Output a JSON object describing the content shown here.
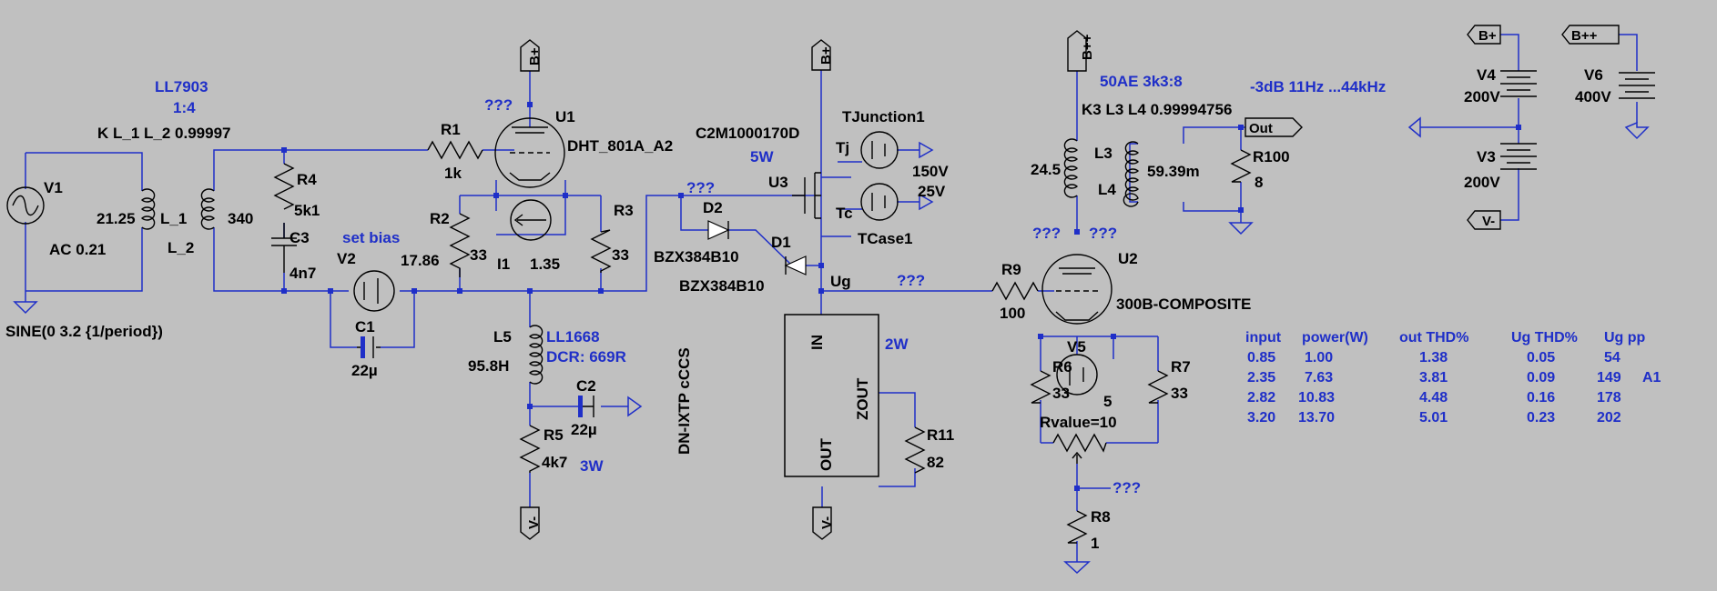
{
  "labels": {
    "ll7903": "LL7903",
    "ratio1": "1:4",
    "coupling1": "K L_1 L_2  0.99997",
    "v1": "V1",
    "v1_ac": "AC 0.21",
    "v1_sine": "SINE(0 3.2 {1/period})",
    "l1_val": "21.25",
    "l1": "L_1",
    "l2": "L_2",
    "l2_val": "340",
    "r4": "R4",
    "r4_val": "5k1",
    "c3": "C3",
    "c3_val": "4n7",
    "set_bias": "set bias",
    "v2": "V2",
    "v2_val": "17.86",
    "c1": "C1",
    "c1_val": "22µ",
    "r1": "R1",
    "r1_val": "1k",
    "bp1": "B+",
    "q1": "???",
    "u1": "U1",
    "u1_model": "DHT_801A_A2",
    "r2": "R2",
    "r2_val": "33",
    "r3": "R3",
    "r3_val": "33",
    "i1": "I1",
    "i1_val": "1.35",
    "l5": "L5",
    "l5_model": "LL1668",
    "l5_dcr": "DCR: 669R",
    "l5_val": "95.8H",
    "c2": "C2",
    "c2_val": "22µ",
    "r5": "R5",
    "r5_val": "4k7",
    "r5_pow": "3W",
    "vm1": "V-",
    "mosfet": "C2M1000170D",
    "u3_pow": "5W",
    "u3": "U3",
    "bp2": "B+",
    "tjunction": "TJunction1",
    "tj": "Tj",
    "tj_val": "150V",
    "tc": "Tc",
    "tc_val": "25V",
    "tcase": "TCase1",
    "q2": "???",
    "d2": "D2",
    "d2_model": "BZX384B10",
    "d1": "D1",
    "d1_model": "BZX384B10",
    "ug": "Ug",
    "q3": "???",
    "ccs_in": "IN",
    "ccs_name": "DN-IXTP cCCS",
    "ccs_out": "OUT",
    "ccs_zout": "ZOUT",
    "ccs_pow": "2W",
    "r11": "R11",
    "r11_val": "82",
    "vm2": "V-",
    "bpp": "B++",
    "xfmr": "50AE 3k3:8",
    "coupling2": "K3 L3 L4 0.99994756",
    "bw": "-3dB 11Hz ...44kHz",
    "out": "Out",
    "l3": "L3",
    "l3_val": "24.5",
    "l4": "L4",
    "l4_val": "59.39m",
    "r100": "R100",
    "r100_val": "8",
    "q4": "???",
    "q5": "???",
    "r9": "R9",
    "r9_val": "100",
    "u2": "U2",
    "u2_model": "300B-COMPOSITE",
    "r6": "R6",
    "r6_val": "33",
    "r7": "R7",
    "r7_val": "33",
    "v5": "V5",
    "v5_val": "5",
    "rvalue": "Rvalue=10",
    "q6": "???",
    "r8": "R8",
    "r8_val": "1",
    "ps_bp": "B+",
    "ps_bpp": "B++",
    "ps_vm": "V-",
    "v4": "V4",
    "v4_val": "200V",
    "v3": "V3",
    "v3_val": "200V",
    "v6": "V6",
    "v6_val": "400V"
  },
  "table": {
    "headers": [
      "input",
      "power(W)",
      "out THD%",
      "Ug THD%",
      "Ug pp"
    ],
    "rows": [
      [
        "0.85",
        "1.00",
        "1.38",
        "0.05",
        "54"
      ],
      [
        "2.35",
        "7.63",
        "3.81",
        "0.09",
        "149"
      ],
      [
        "2.82",
        "10.83",
        "4.48",
        "0.16",
        "178"
      ],
      [
        "3.20",
        "13.70",
        "5.01",
        "0.23",
        "202"
      ]
    ],
    "note": "A1"
  }
}
